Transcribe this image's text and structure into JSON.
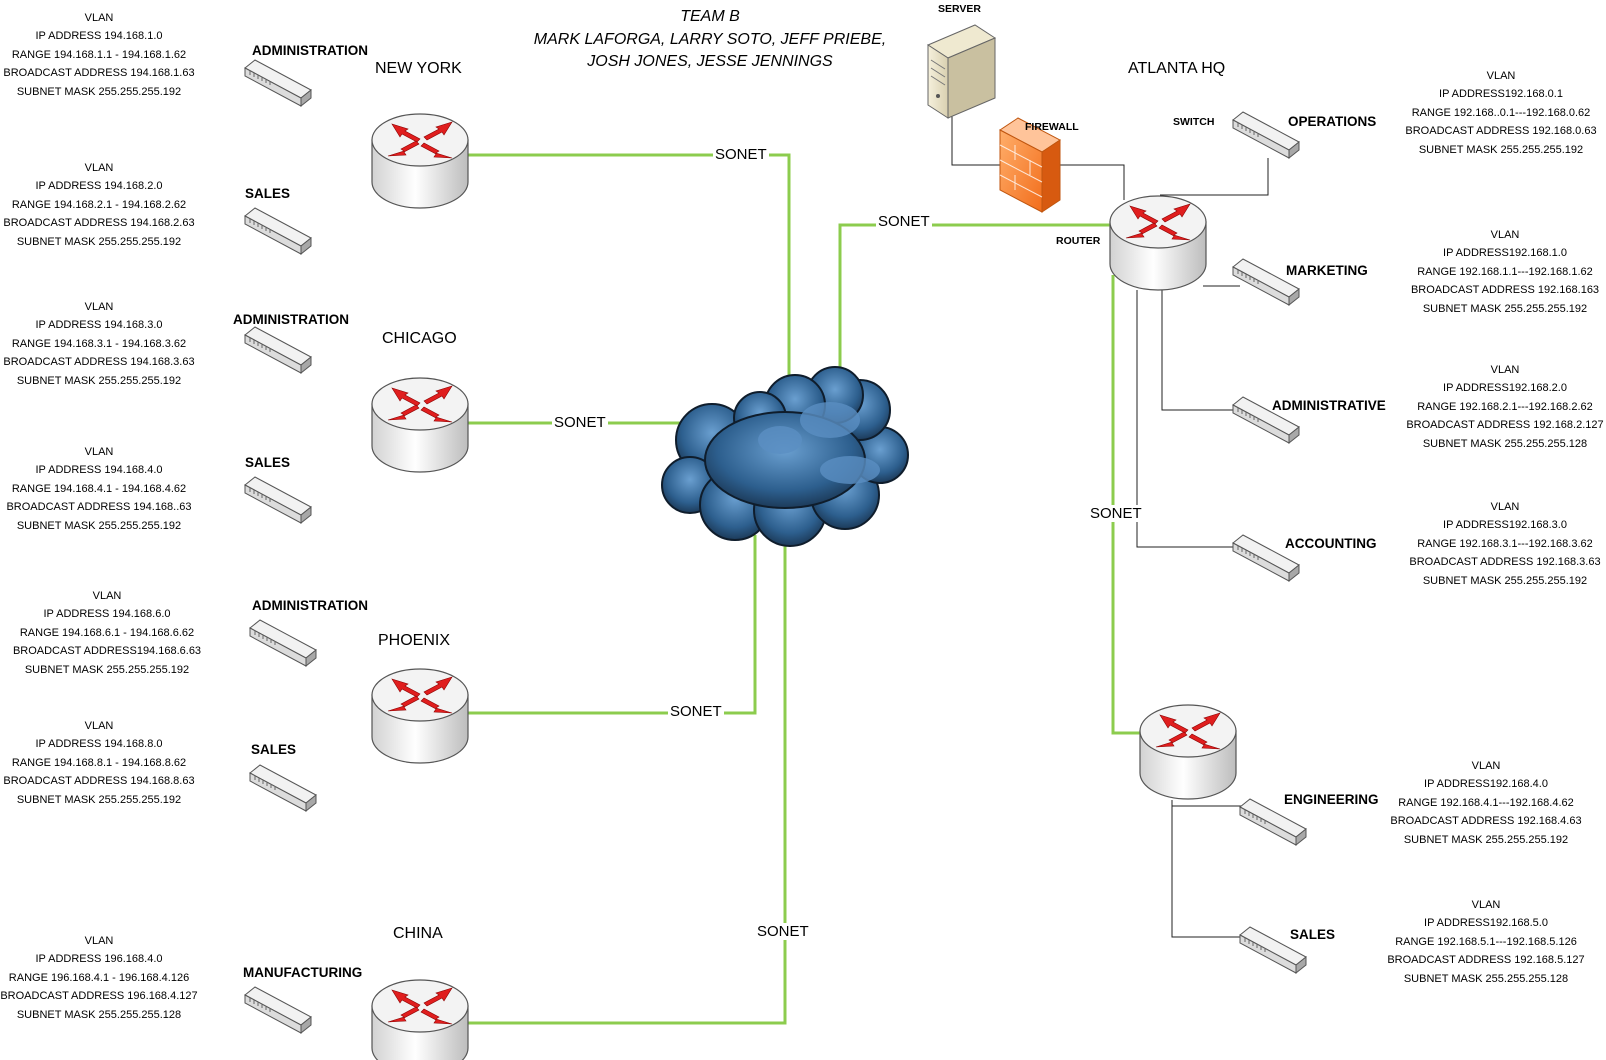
{
  "team": {
    "title": "TEAM B",
    "line1": "MARK LAFORGA, LARRY SOTO, JEFF PRIEBE,",
    "line2": "JOSH JONES, JESSE JENNINGS"
  },
  "cities": {
    "newyork": "NEW YORK",
    "chicago": "CHICAGO",
    "phoenix": "PHOENIX",
    "china": "CHINA",
    "atlanta": "ATLANTA HQ"
  },
  "links": {
    "sonet_label": "SONET",
    "line_color": "#8ccc4e"
  },
  "atlanta_labels": {
    "server": "SERVER",
    "firewall": "FIREWALL",
    "switch": "SWITCH",
    "router": "ROUTER"
  },
  "departments": {
    "ny_admin": "ADMINISTRATION",
    "ny_sales": "SALES",
    "chi_admin": "ADMINISTRATION",
    "chi_sales": "SALES",
    "phx_admin": "ADMINISTRATION",
    "phx_sales": "SALES",
    "china_mfg": "MANUFACTURING",
    "atl_operations": "OPERATIONS",
    "atl_marketing": "MARKETING",
    "atl_administrative": "ADMINISTRATIVE",
    "atl_accounting": "ACCOUNTING",
    "atl_engineering": "ENGINEERING",
    "atl_sales": "SALES"
  },
  "vlans": {
    "ny_admin": {
      "title": "VLAN",
      "ip": "IP ADDRESS 194.168.1.0",
      "range": "RANGE 194.168.1.1 - 194.168.1.62",
      "broadcast": "BROADCAST ADDRESS 194.168.1.63",
      "mask": "SUBNET MASK 255.255.255.192"
    },
    "ny_sales": {
      "title": "VLAN",
      "ip": "IP ADDRESS 194.168.2.0",
      "range": "RANGE 194.168.2.1 - 194.168.2.62",
      "broadcast": "BROADCAST ADDRESS 194.168.2.63",
      "mask": "SUBNET MASK 255.255.255.192"
    },
    "chi_admin": {
      "title": "VLAN",
      "ip": "IP ADDRESS 194.168.3.0",
      "range": "RANGE 194.168.3.1 - 194.168.3.62",
      "broadcast": "BROADCAST ADDRESS 194.168.3.63",
      "mask": "SUBNET MASK 255.255.255.192"
    },
    "chi_sales": {
      "title": "VLAN",
      "ip": "IP ADDRESS 194.168.4.0",
      "range": "RANGE 194.168.4.1 - 194.168.4.62",
      "broadcast": "BROADCAST ADDRESS 194.168..63",
      "mask": "SUBNET MASK 255.255.255.192"
    },
    "phx_admin": {
      "title": "VLAN",
      "ip": "IP ADDRESS 194.168.6.0",
      "range": "RANGE 194.168.6.1 - 194.168.6.62",
      "broadcast": "BROADCAST ADDRESS194.168.6.63",
      "mask": "SUBNET MASK 255.255.255.192"
    },
    "phx_sales": {
      "title": "VLAN",
      "ip": "IP ADDRESS 194.168.8.0",
      "range": "RANGE 194.168.8.1 - 194.168.8.62",
      "broadcast": "BROADCAST ADDRESS 194.168.8.63",
      "mask": "SUBNET MASK 255.255.255.192"
    },
    "china_mfg": {
      "title": "VLAN",
      "ip": "IP ADDRESS 196.168.4.0",
      "range": "RANGE 196.168.4.1 - 196.168.4.126",
      "broadcast": "BROADCAST ADDRESS 196.168.4.127",
      "mask": "SUBNET MASK 255.255.255.128"
    },
    "atl_operations": {
      "title": "VLAN",
      "ip": "IP ADDRESS192.168.0.1",
      "range": "RANGE 192.168..0.1---192.168.0.62",
      "broadcast": "BROADCAST ADDRESS 192.168.0.63",
      "mask": "SUBNET MASK 255.255.255.192"
    },
    "atl_marketing": {
      "title": "VLAN",
      "ip": "IP ADDRESS192.168.1.0",
      "range": "RANGE 192.168.1.1---192.168.1.62",
      "broadcast": "BROADCAST ADDRESS 192.168.163",
      "mask": "SUBNET MASK 255.255.255.192"
    },
    "atl_administrative": {
      "title": "VLAN",
      "ip": "IP ADDRESS192.168.2.0",
      "range": "RANGE 192.168.2.1---192.168.2.62",
      "broadcast": "BROADCAST ADDRESS 192.168.2.127",
      "mask": "SUBNET MASK 255.255.255.128"
    },
    "atl_accounting": {
      "title": "VLAN",
      "ip": "IP ADDRESS192.168.3.0",
      "range": "RANGE 192.168.3.1---192.168.3.62",
      "broadcast": "BROADCAST ADDRESS 192.168.3.63",
      "mask": "SUBNET MASK 255.255.255.192"
    },
    "atl_engineering": {
      "title": "VLAN",
      "ip": "IP ADDRESS192.168.4.0",
      "range": "RANGE 192.168.4.1---192.168.4.62",
      "broadcast": "BROADCAST ADDRESS 192.168.4.63",
      "mask": "SUBNET MASK 255.255.255.192"
    },
    "atl_sales": {
      "title": "VLAN",
      "ip": "IP ADDRESS192.168.5.0",
      "range": "RANGE 192.168.5.1---192.168.5.126",
      "broadcast": "BROADCAST ADDRESS 192.168.5.127",
      "mask": "SUBNET MASK 255.255.255.128"
    }
  }
}
